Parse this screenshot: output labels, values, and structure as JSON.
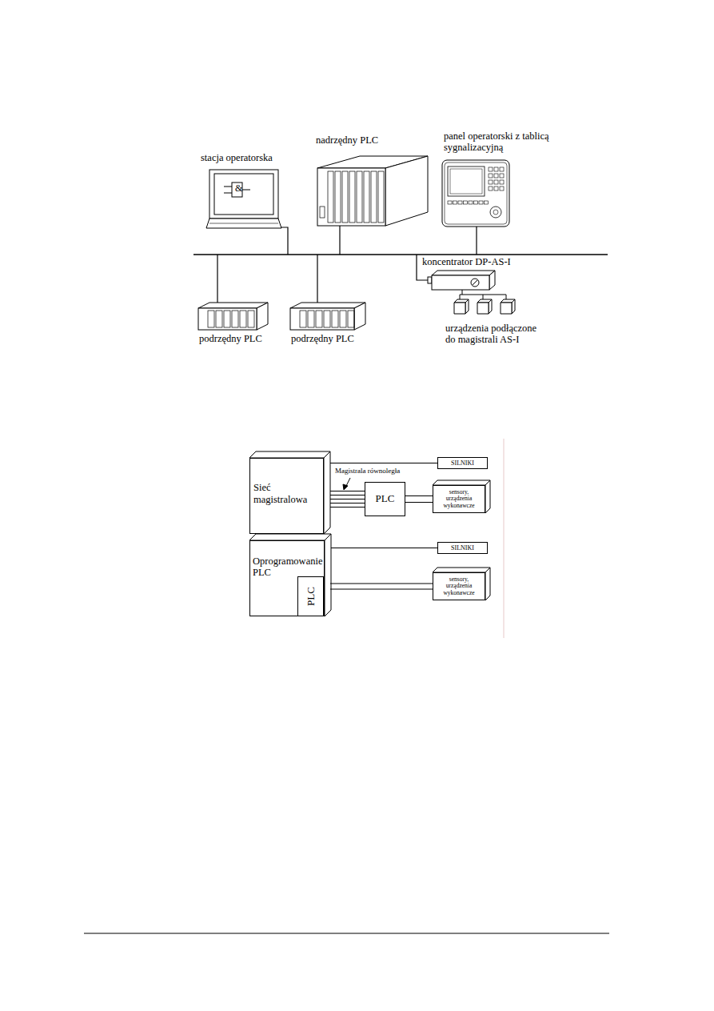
{
  "diagram": {
    "nodes": [
      {
        "text": [
          "stacja operatorska"
        ]
      },
      {
        "text": [
          "nadrzędny PLC"
        ]
      },
      {
        "text": [
          "panel operatorski z tablicą sygnalizacyjną"
        ]
      },
      {
        "text": [
          "podrzędny PLC"
        ]
      },
      {
        "text": [
          "podrzędny PLC"
        ]
      },
      {
        "text": [
          "koncentrator DP-AS-I"
        ]
      },
      {
        "text": [
          "urządzenia podłączone do magistrali AS-I"
        ]
      },
      {
        "text": [
          "Sieć magistralowa"
        ]
      },
      {
        "text": [
          "PLC"
        ]
      },
      {
        "text": [
          "SILNIKI"
        ]
      },
      {
        "text": [
          "sensory, urządzenia wykonawcze"
        ]
      },
      {
        "text": [
          "Oprogramowanie PLC"
        ]
      },
      {
        "text": [
          "PLC"
        ],
        "in": 11
      },
      {
        "text": [
          "SILNIKI"
        ]
      },
      {
        "text": [
          "sensory, urządzenia wykonawcze"
        ]
      }
    ],
    "edges": [
      {
        "from": 5,
        "to": 6,
        "arrow": "none"
      },
      {
        "from": 7,
        "to": 9,
        "arrow": "none"
      },
      {
        "from": 7,
        "to": 8,
        "arrow": "none"
      },
      {
        "from": 8,
        "to": 10,
        "arrow": "none"
      },
      {
        "from": 11,
        "to": 13,
        "arrow": "none"
      },
      {
        "from": 12,
        "to": 14,
        "arrow": "none"
      }
    ],
    "labels": [
      "&",
      "Magistrala równoległa"
    ]
  }
}
